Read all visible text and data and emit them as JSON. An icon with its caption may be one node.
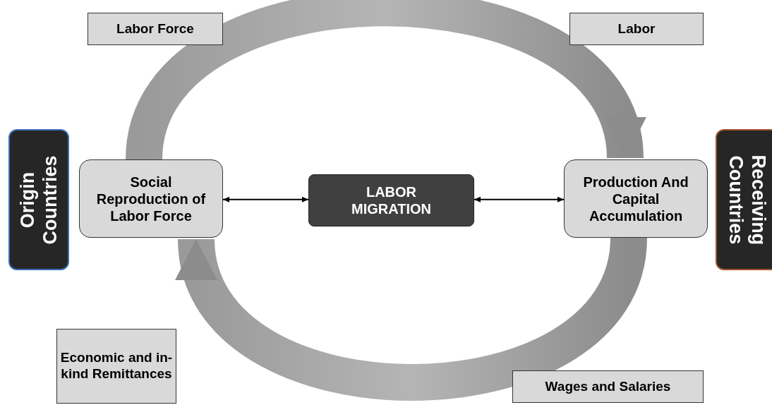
{
  "diagram": {
    "nodes": [
      {
        "text": [
          "Labor Force"
        ]
      },
      {
        "text": [
          "Labor"
        ]
      },
      {
        "text": [
          "Origin Countries"
        ]
      },
      {
        "text": [
          "Social Reproduction of Labor Force"
        ]
      },
      {
        "text": [
          "LABOR MIGRATION"
        ]
      },
      {
        "text": [
          "Production And Capital Accumulation"
        ]
      },
      {
        "text": [
          "Receiving Countries"
        ]
      },
      {
        "text": [
          "Economic and in-kind Remittances"
        ]
      },
      {
        "text": [
          "Wages and Salaries"
        ]
      }
    ],
    "edges": [
      {
        "from": 3,
        "to": 5,
        "arrow": "to",
        "style": "thick"
      },
      {
        "from": 3,
        "to": 4,
        "arrow": "both"
      },
      {
        "from": 4,
        "to": 5,
        "arrow": "both"
      },
      {
        "from": 5,
        "to": 3,
        "arrow": "to",
        "style": "thick"
      }
    ]
  }
}
